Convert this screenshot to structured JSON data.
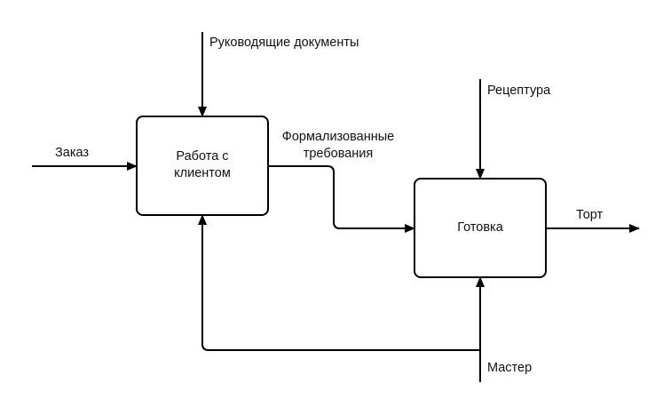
{
  "diagram": {
    "boxes": {
      "client": {
        "line1": "Работа с",
        "line2": "клиентом"
      },
      "cooking": {
        "label": "Готовка"
      }
    },
    "arrows": {
      "control_documents": "Руководящие документы",
      "input_order": "Заказ",
      "formal_requirements": {
        "line1": "Формализованные",
        "line2": "требования"
      },
      "control_recipe": "Рецептура",
      "output_cake": "Торт",
      "mechanism_master": "Мастер"
    },
    "colors": {
      "stroke": "#000000",
      "text": "#111111",
      "background": "#ffffff"
    }
  }
}
